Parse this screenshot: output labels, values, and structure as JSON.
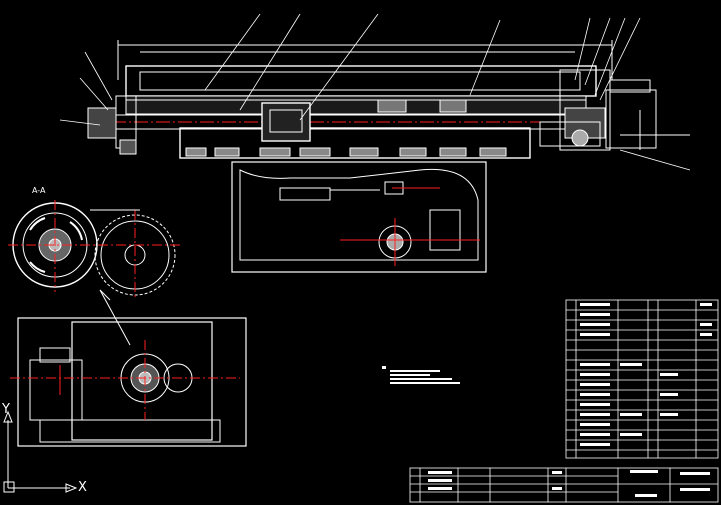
{
  "view": {
    "background": "#000000",
    "line_color": "#ffffff",
    "centerline_color": "#ff2020",
    "cut_color": "#ff2020",
    "note_color": "#ffffff"
  },
  "ucs": {
    "x_label": "X",
    "y_label": "Y"
  },
  "section_label": "A-A"
}
